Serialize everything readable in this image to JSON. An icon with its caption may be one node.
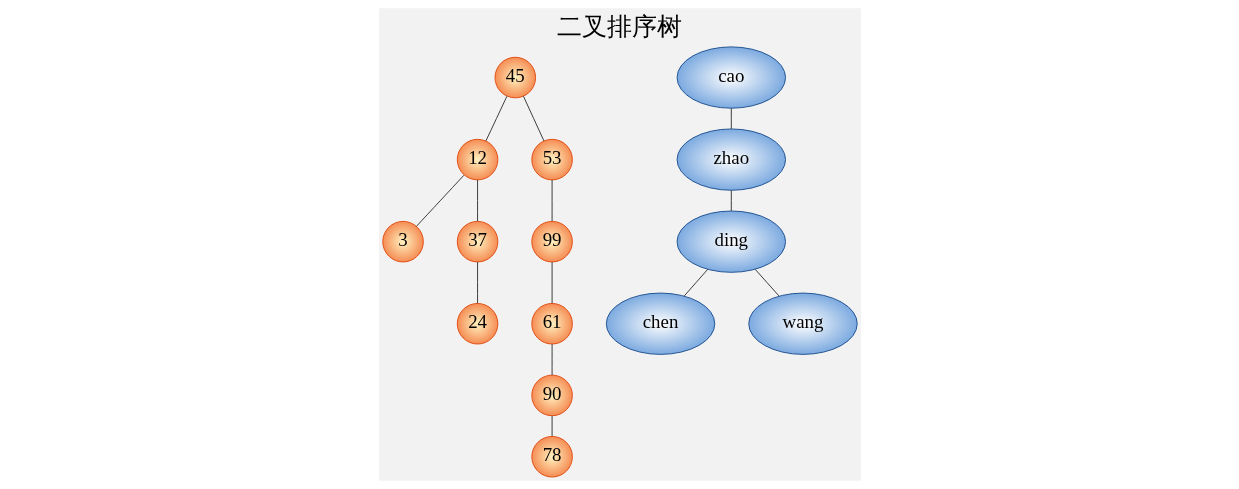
{
  "diagram": {
    "title": "二叉排序树",
    "nodes": [
      {
        "text": [
          "45"
        ]
      },
      {
        "text": [
          "12"
        ]
      },
      {
        "text": [
          "53"
        ]
      },
      {
        "text": [
          "3"
        ]
      },
      {
        "text": [
          "37"
        ]
      },
      {
        "text": [
          "99"
        ]
      },
      {
        "text": [
          "24"
        ]
      },
      {
        "text": [
          "61"
        ]
      },
      {
        "text": [
          "90"
        ]
      },
      {
        "text": [
          "78"
        ]
      },
      {
        "text": [
          "cao"
        ]
      },
      {
        "text": [
          "zhao"
        ]
      },
      {
        "text": [
          "ding"
        ]
      },
      {
        "text": [
          "chen"
        ]
      },
      {
        "text": [
          "wang"
        ]
      }
    ],
    "edges": [
      {
        "from": 0,
        "to": 1,
        "arrow": "none"
      },
      {
        "from": 0,
        "to": 2,
        "arrow": "none"
      },
      {
        "from": 1,
        "to": 3,
        "arrow": "none"
      },
      {
        "from": 1,
        "to": 4,
        "arrow": "none"
      },
      {
        "from": 2,
        "to": 5,
        "arrow": "none"
      },
      {
        "from": 4,
        "to": 6,
        "arrow": "none"
      },
      {
        "from": 5,
        "to": 7,
        "arrow": "none"
      },
      {
        "from": 7,
        "to": 8,
        "arrow": "none"
      },
      {
        "from": 8,
        "to": 9,
        "arrow": "none"
      },
      {
        "from": 10,
        "to": 11,
        "arrow": "none"
      },
      {
        "from": 11,
        "to": 12,
        "arrow": "none"
      },
      {
        "from": 12,
        "to": 13,
        "arrow": "none"
      },
      {
        "from": 12,
        "to": 14,
        "arrow": "none"
      }
    ]
  }
}
